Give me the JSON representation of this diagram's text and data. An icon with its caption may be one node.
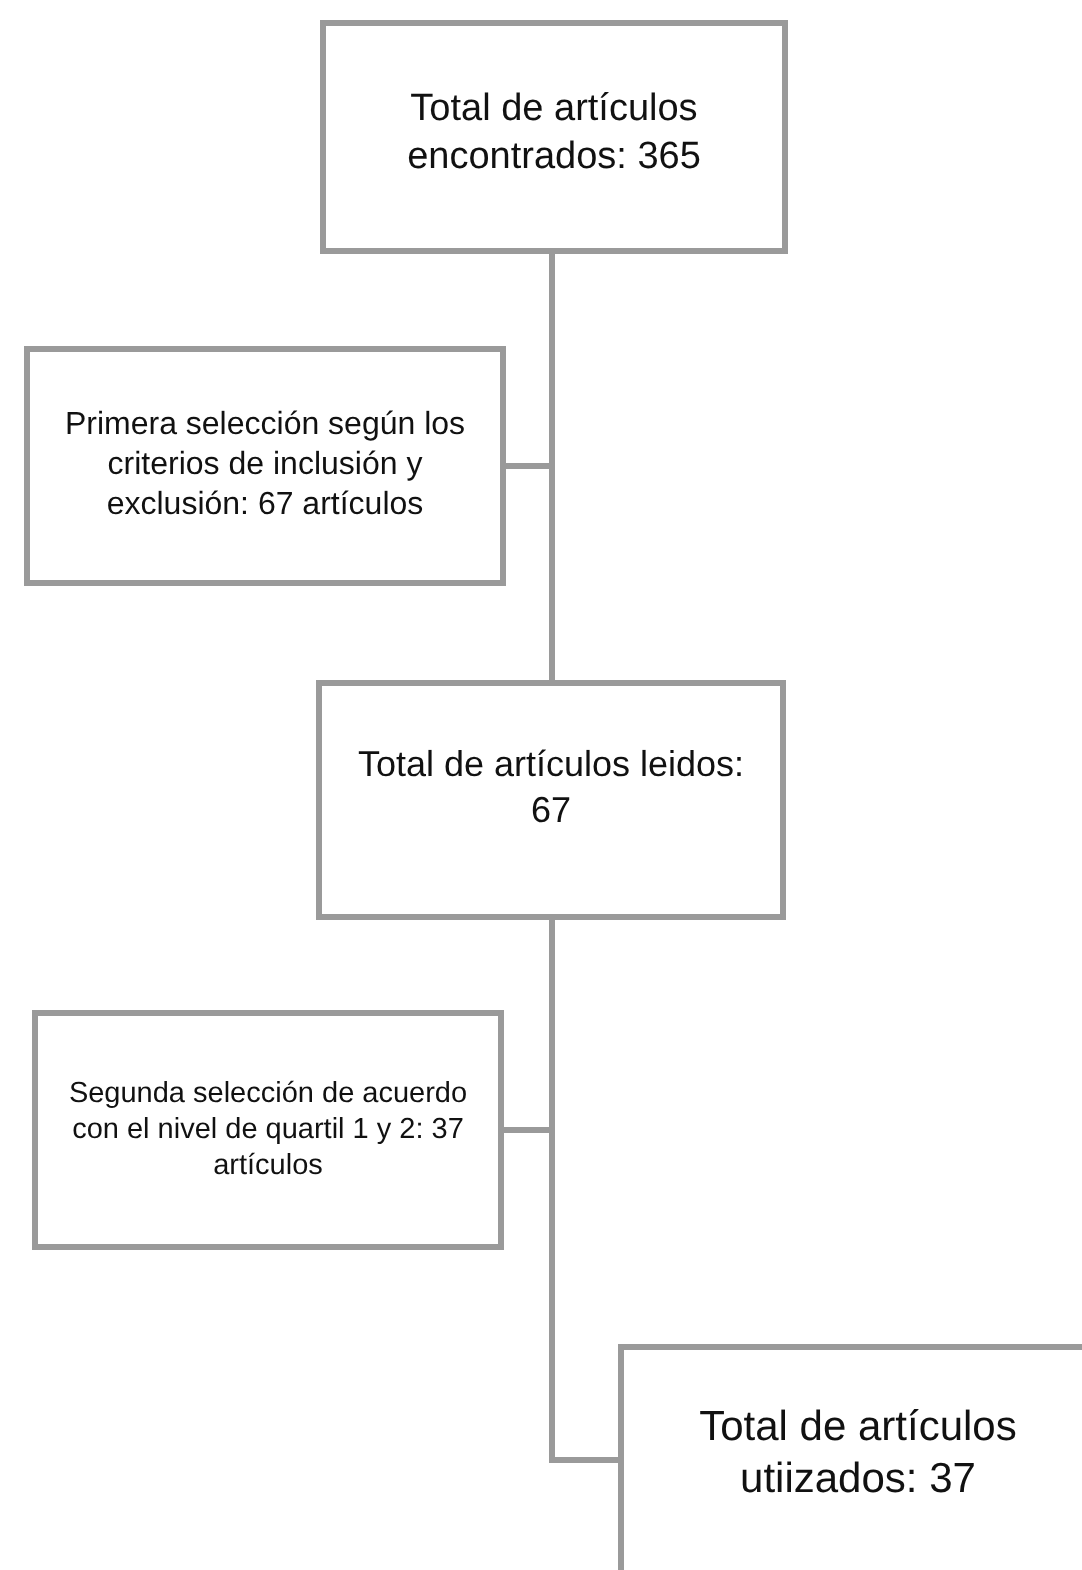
{
  "diagram": {
    "nodes": [
      {
        "text": [
          "Total de artículos encontrados: 365"
        ]
      },
      {
        "text": [
          "Primera selección según los criterios de inclusión y exclusión: 67 artículos"
        ]
      },
      {
        "text": [
          "Total de artículos leidos: 67"
        ]
      },
      {
        "text": [
          "Segunda selección de acuerdo con el nivel de quartil 1 y 2: 37 artículos"
        ]
      },
      {
        "text": [
          "Total de artículos utiizados: 37"
        ]
      }
    ],
    "edges": [
      {
        "from": 0,
        "to": 2,
        "arrow": "none"
      },
      {
        "from": 1,
        "to": 2,
        "arrow": "none"
      },
      {
        "from": 2,
        "to": 4,
        "arrow": "none"
      },
      {
        "from": 3,
        "to": 4,
        "arrow": "none"
      }
    ]
  }
}
